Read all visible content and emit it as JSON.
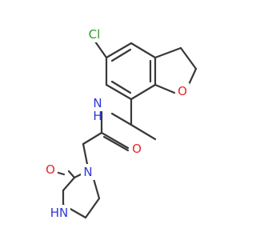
{
  "molecule": {
    "atoms": {
      "cl": {
        "label": "Cl",
        "color": "#2c9c2c"
      },
      "o_ring": {
        "label": "O",
        "color": "#e8272c"
      },
      "nh_amide": {
        "label": "N",
        "h_label": "H",
        "color": "#2c38d8"
      },
      "o_amide": {
        "label": "O",
        "color": "#e8272c"
      },
      "n_ring": {
        "label": "N",
        "color": "#2c38d8"
      },
      "o_urea": {
        "label": "O",
        "color": "#e8272c"
      },
      "nh_ring": {
        "label": "HN",
        "color": "#2c38d8"
      }
    },
    "bond_color": "#383838"
  }
}
